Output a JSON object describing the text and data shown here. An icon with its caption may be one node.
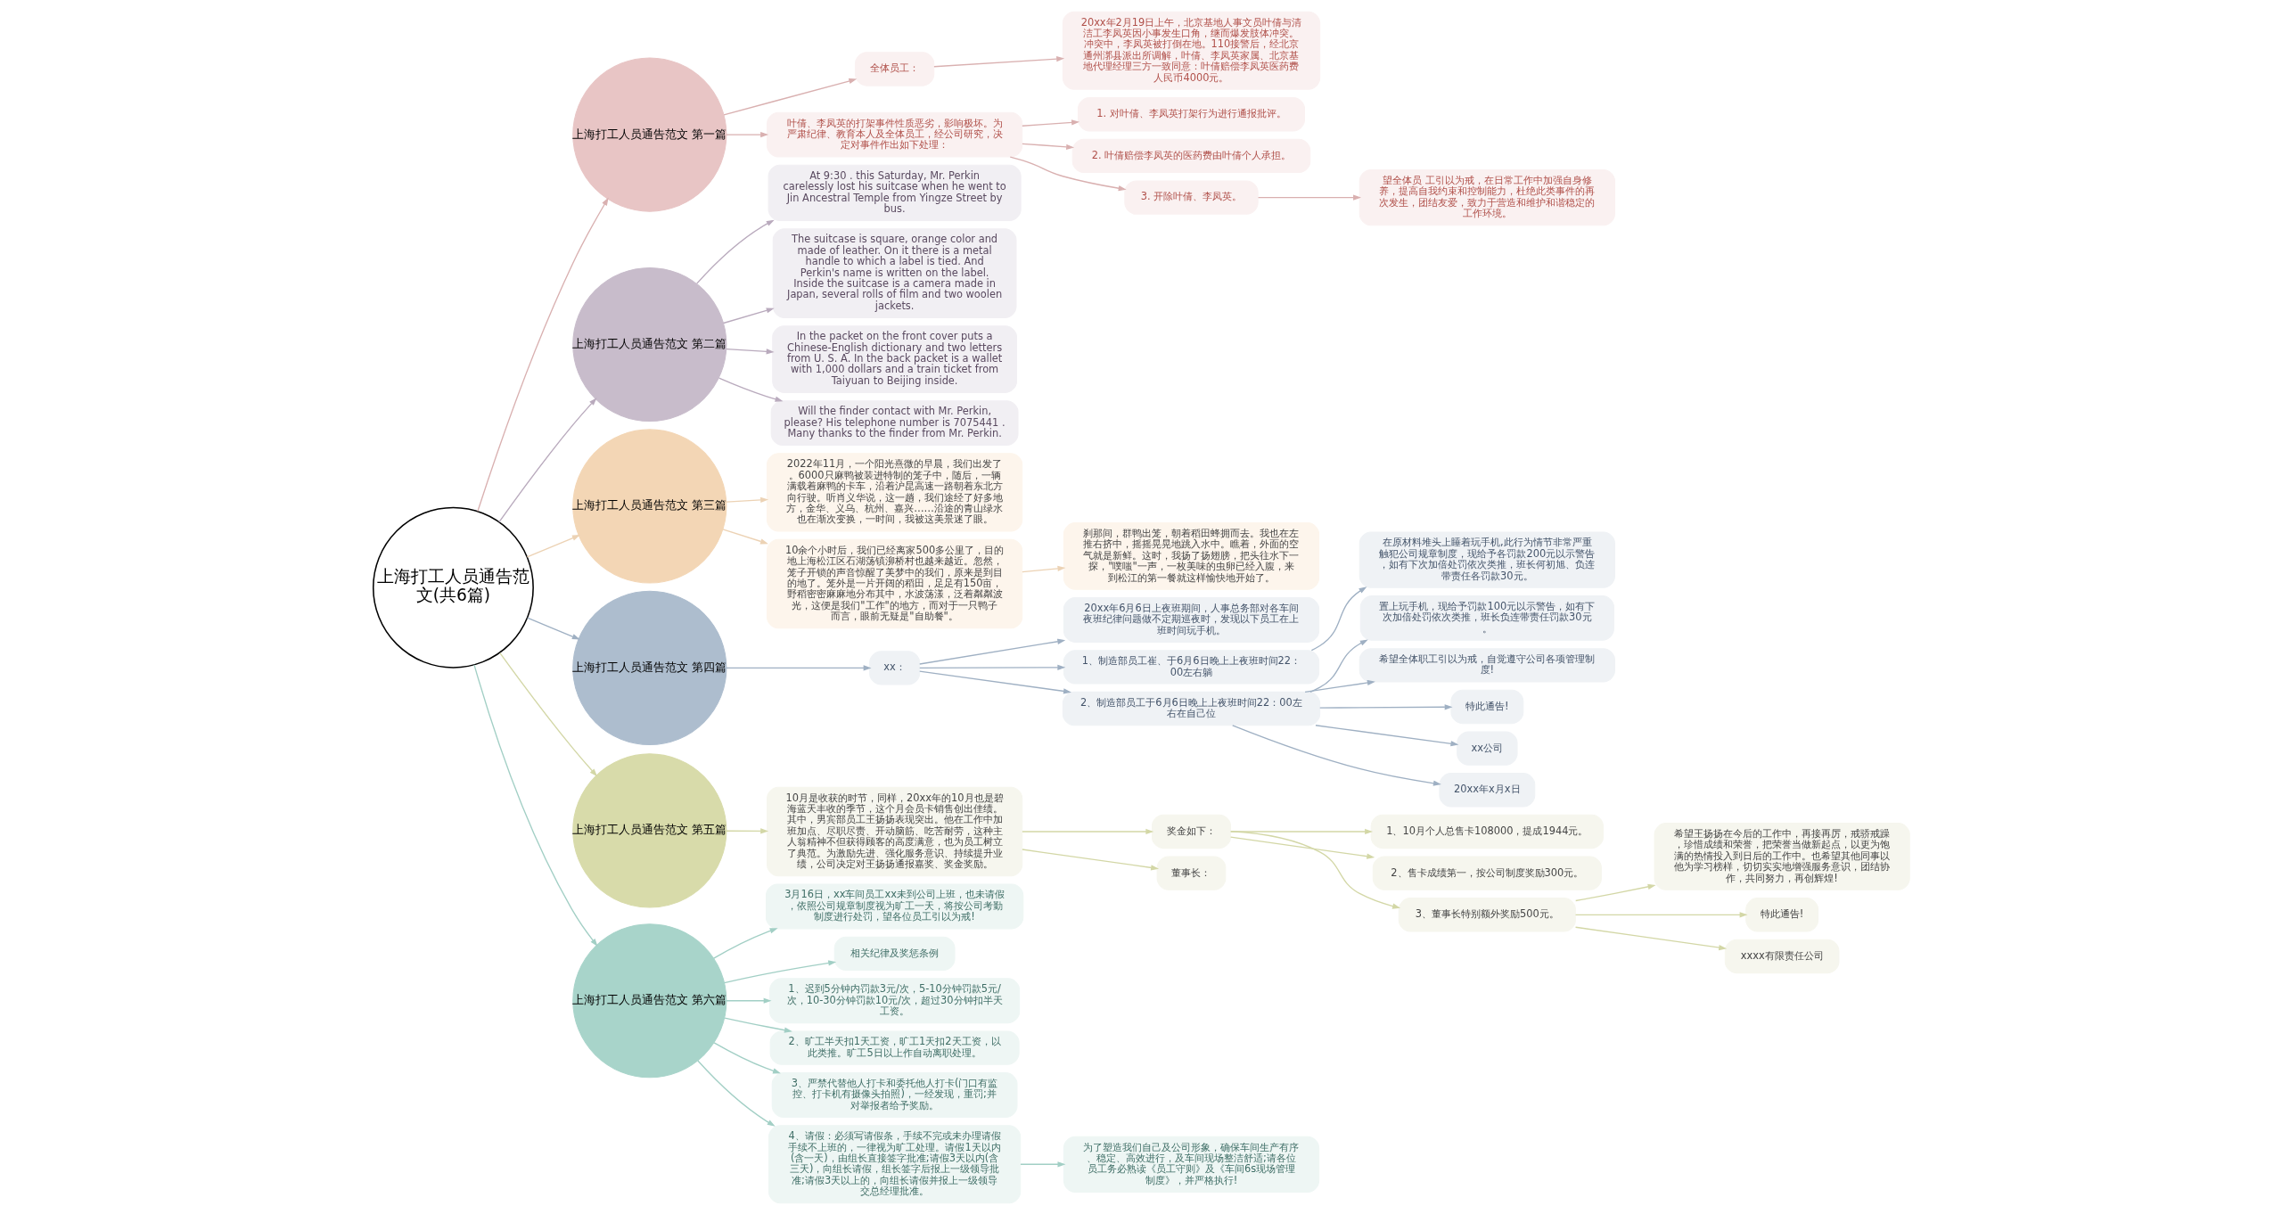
{
  "diagram": {
    "nodes": [
      {
        "text": [
          "上海打工人员通告范文(共6篇)"
        ]
      },
      {
        "text": [
          "上海打工人员通告范文 第一篇"
        ]
      },
      {
        "text": [
          "全体员工："
        ]
      },
      {
        "text": [
          "20xx年2月19日上午，北京基地人事文员叶倩与清洁工李凤英因小事发生口角，继而爆发肢体冲突。冲突中，李凤英被打倒在地。110接警后，经北京通州漷县派出所调解，叶倩、李凤英家属、北京基地代理经理三方一致同意：叶倩赔偿李凤英医药费人民币4000元。"
        ]
      },
      {
        "text": [
          "叶倩、李凤英的打架事件性质恶劣，影响极坏。为严肃纪律、教育本人及全体员工，经公司研究，决定对事件作出如下处理："
        ]
      },
      {
        "text": [
          "1. 对叶倩、李凤英打架行为进行通报批评。"
        ]
      },
      {
        "text": [
          "2. 叶倩赔偿李凤英的医药费由叶倩个人承担。"
        ]
      },
      {
        "text": [
          "3. 开除叶倩、李凤英。"
        ]
      },
      {
        "text": [
          "望全体员 工引以为戒，在日常工作中加强自身修养，提高自我约束和控制能力，杜绝此类事件的再次发生，团结友爱，致力于营造和维护和谐稳定的工作环境。"
        ]
      },
      {
        "text": [
          "上海打工人员通告范文 第二篇"
        ]
      },
      {
        "text": [
          "At 9:30 . this Saturday, Mr. Perkin carelessly lost his suitcase when he went to Jin Ancestral Temple from Yingze Street by bus."
        ]
      },
      {
        "text": [
          "The suitcase is square, orange color and made of leather. On it there is a metal handle to which a label is tied. And Perkin's name is written on the label. Inside the suitcase is a camera made in Japan, several rolls of film and two woolen jackets."
        ]
      },
      {
        "text": [
          "In the packet on the front cover puts a Chinese-English dictionary and two letters from U. S. A. In the back packet is a wallet with 1,000 dollars and a train ticket from Taiyuan to Beijing inside."
        ]
      },
      {
        "text": [
          "Will the finder contact with Mr. Perkin, please? His telephone number is 7075441 . Many thanks to the finder from Mr. Perkin."
        ]
      },
      {
        "text": [
          "上海打工人员通告范文 第三篇"
        ]
      },
      {
        "text": [
          "2022年11月，一个阳光熹微的早晨，我们出发了。6000只麻鸭被装进特制的笼子中，随后，一辆满载着麻鸭的卡车，沿着沪昆高速一路朝着东北方向行驶。听肖义华说，这一趟，我们途经了好多地方，金华、义乌、杭州、嘉兴……沿途的青山绿水也在渐次变换，一时间，我被这美景迷了眼。"
        ]
      },
      {
        "text": [
          "10余个小时后，我们已经离家500多公里了，目的地上海松江区石湖荡镇泖桥村也越来越近。忽然，笼子开锁的声音惊醒了美梦中的我们，原来是到目的地了。笼外是一片开阔的稻田，足足有150亩，野稻密密麻麻地分布其中，水波荡漾，泛着粼粼波光，这便是我们\"工作\"的地方，而对于一只鸭子而言，眼前无疑是\"自助餐\"。"
        ]
      },
      {
        "text": [
          "刹那间，群鸭出笼，朝着稻田蜂拥而去。我也在左推右挤中，摇摇晃晃地跳入水中。瞧着，外面的空气就是新鲜。这时，我扬了扬翅膀，把头往水下一探，\"噗嗤\"一声，一枚美味的虫卵已经入腹，来到松江的第一餐就这样愉快地开始了。"
        ]
      },
      {
        "text": [
          "上海打工人员通告范文 第四篇"
        ]
      },
      {
        "text": [
          "xx："
        ]
      },
      {
        "text": [
          "20xx年6月6日上夜班期间，人事总务部对各车间夜班纪律问题做不定期巡夜时，发现以下员工在上班时间玩手机。"
        ]
      },
      {
        "text": [
          "1、制造部员工崔、于6月6日晚上上夜班时间22：00左右躺"
        ]
      },
      {
        "text": [
          "在原材料堆头上睡着玩手机,此行为情节非常严重触犯公司规章制度，现给予各罚款200元以示警告，如有下次加倍处罚依次类推，班长何初旭、负连带责任各罚款30元。"
        ]
      },
      {
        "text": [
          "2、制造部员工于6月6日晚上上夜班时间22：00左右在自己位"
        ]
      },
      {
        "text": [
          "置上玩手机，现给予罚款100元以示警告，如有下次加倍处罚依次类推，班长负连带责任罚款30元。"
        ]
      },
      {
        "text": [
          "希望全体职工引以为戒，自觉遵守公司各项管理制度!"
        ]
      },
      {
        "text": [
          "特此通告!"
        ]
      },
      {
        "text": [
          "xx公司"
        ]
      },
      {
        "text": [
          "20xx年x月x日"
        ]
      },
      {
        "text": [
          "上海打工人员通告范文 第五篇"
        ]
      },
      {
        "text": [
          "10月是收获的时节，同样，20xx年的10月也是碧海蓝天丰收的季节，这个月会员卡销售创出佳绩。其中，男宾部员工王扬扬表现突出。他在工作中加班加点、尽职尽责、开动脑筋、吃苦耐劳，这种主人翁精神不但获得顾客的高度满意，也为员工树立了典范。为激励先进、强化服务意识、持续提升业绩，公司决定对王扬扬通报嘉奖、奖金奖励。"
        ]
      },
      {
        "text": [
          "奖金如下："
        ]
      },
      {
        "text": [
          "1、10月个人总售卡108000，提成1944元。"
        ]
      },
      {
        "text": [
          "2、售卡成绩第一，按公司制度奖励300元。"
        ]
      },
      {
        "text": [
          "3、董事长特别额外奖励500元。"
        ]
      },
      {
        "text": [
          "希望王扬扬在今后的工作中，再接再厉，戒骄戒躁，珍惜成绩和荣誉，把荣誉当做新起点，以更为饱满的热情投入到日后的工作中。也希望其他同事以他为学习榜样，切切实实地增强服务意识，团结协作，共同努力，再创辉煌!"
        ]
      },
      {
        "text": [
          "特此通告!"
        ]
      },
      {
        "text": [
          "xxxx有限责任公司"
        ]
      },
      {
        "text": [
          "董事长："
        ]
      },
      {
        "text": [
          "上海打工人员通告范文 第六篇"
        ]
      },
      {
        "text": [
          "3月16日，xx车间员工xx未到公司上班，也未请假，依照公司规章制度视为旷工一天，将按公司考勤制度进行处罚，望各位员工引以为戒!"
        ]
      },
      {
        "text": [
          "相关纪律及奖惩条例"
        ]
      },
      {
        "text": [
          "1、迟到5分钟内罚款3元/次，5-10分钟罚款5元/次，10-30分钟罚款10元/次，超过30分钟扣半天工资。"
        ]
      },
      {
        "text": [
          "2、旷工半天扣1天工资，旷工1天扣2天工资，以此类推。旷工5日以上作自动离职处理。"
        ]
      },
      {
        "text": [
          "3、严禁代替他人打卡和委托他人打卡(门口有监控、打卡机有摄像头拍照)，一经发现，重罚;并对举报者给予奖励。"
        ]
      },
      {
        "text": [
          "4、请假：必须写请假条，手续不完或未办理请假手续不上班的，一律视为旷工处理。请假1天以内(含一天)，由组长直接签字批准;请假3天以内(含三天)，向组长请假，组长签字后报上一级领导批准;请假3天以上的，向组长请假并报上一级领导交总经理批准。"
        ]
      },
      {
        "text": [
          "为了塑造我们自己及公司形象，确保车间生产有序、稳定、高效进行，及车间现场整洁舒适;请各位员工务必熟读《员工守则》及《车间6s现场管理制度》，并严格执行!"
        ]
      }
    ],
    "edges": [
      {
        "from": 0,
        "to": 1,
        "arrow": "to",
        "color": "#d9b0b0"
      },
      {
        "from": 1,
        "to": 2,
        "arrow": "to",
        "color": "#d9b0b0"
      },
      {
        "from": 2,
        "to": 3,
        "arrow": "to",
        "color": "#d9b0b0"
      },
      {
        "from": 1,
        "to": 4,
        "arrow": "to",
        "color": "#d9b0b0"
      },
      {
        "from": 4,
        "to": 5,
        "arrow": "to",
        "color": "#d9b0b0"
      },
      {
        "from": 4,
        "to": 6,
        "arrow": "to",
        "color": "#d9b0b0"
      },
      {
        "from": 4,
        "to": 7,
        "arrow": "to",
        "color": "#d9b0b0"
      },
      {
        "from": 7,
        "to": 8,
        "arrow": "to",
        "color": "#d9b0b0"
      },
      {
        "from": 0,
        "to": 9,
        "arrow": "to",
        "color": "#b9aabd"
      },
      {
        "from": 9,
        "to": 10,
        "arrow": "to",
        "color": "#b9aabd"
      },
      {
        "from": 9,
        "to": 11,
        "arrow": "to",
        "color": "#b9aabd"
      },
      {
        "from": 9,
        "to": 12,
        "arrow": "to",
        "color": "#b9aabd"
      },
      {
        "from": 9,
        "to": 13,
        "arrow": "to",
        "color": "#b9aabd"
      },
      {
        "from": 0,
        "to": 14,
        "arrow": "to",
        "color": "#ecd2b4"
      },
      {
        "from": 14,
        "to": 15,
        "arrow": "to",
        "color": "#ecd2b4"
      },
      {
        "from": 14,
        "to": 16,
        "arrow": "to",
        "color": "#ecd2b4"
      },
      {
        "from": 16,
        "to": 17,
        "arrow": "to",
        "color": "#ecd2b4"
      },
      {
        "from": 0,
        "to": 18,
        "arrow": "to",
        "color": "#9fb0c3"
      },
      {
        "from": 18,
        "to": 19,
        "arrow": "to",
        "color": "#9fb0c3"
      },
      {
        "from": 19,
        "to": 20,
        "arrow": "to",
        "color": "#9fb0c3"
      },
      {
        "from": 19,
        "to": 21,
        "arrow": "to",
        "color": "#9fb0c3"
      },
      {
        "from": 21,
        "to": 22,
        "arrow": "to",
        "color": "#9fb0c3"
      },
      {
        "from": 19,
        "to": 23,
        "arrow": "to",
        "color": "#9fb0c3"
      },
      {
        "from": 23,
        "to": 24,
        "arrow": "to",
        "color": "#9fb0c3"
      },
      {
        "from": 23,
        "to": 25,
        "arrow": "to",
        "color": "#9fb0c3"
      },
      {
        "from": 23,
        "to": 26,
        "arrow": "to",
        "color": "#9fb0c3"
      },
      {
        "from": 23,
        "to": 27,
        "arrow": "to",
        "color": "#9fb0c3"
      },
      {
        "from": 23,
        "to": 28,
        "arrow": "to",
        "color": "#9fb0c3"
      },
      {
        "from": 0,
        "to": 29,
        "arrow": "to",
        "color": "#d3d7a6"
      },
      {
        "from": 29,
        "to": 30,
        "arrow": "to",
        "color": "#d3d7a6"
      },
      {
        "from": 30,
        "to": 31,
        "arrow": "to",
        "color": "#d3d7a6"
      },
      {
        "from": 31,
        "to": 32,
        "arrow": "to",
        "color": "#d3d7a6"
      },
      {
        "from": 31,
        "to": 33,
        "arrow": "to",
        "color": "#d3d7a6"
      },
      {
        "from": 31,
        "to": 34,
        "arrow": "to",
        "color": "#d3d7a6"
      },
      {
        "from": 34,
        "to": 35,
        "arrow": "to",
        "color": "#d3d7a6"
      },
      {
        "from": 34,
        "to": 36,
        "arrow": "to",
        "color": "#d3d7a6"
      },
      {
        "from": 34,
        "to": 37,
        "arrow": "to",
        "color": "#d3d7a6"
      },
      {
        "from": 30,
        "to": 38,
        "arrow": "to",
        "color": "#d3d7a6"
      },
      {
        "from": 0,
        "to": 39,
        "arrow": "to",
        "color": "#a2cfc5"
      },
      {
        "from": 39,
        "to": 40,
        "arrow": "to",
        "color": "#a2cfc5"
      },
      {
        "from": 39,
        "to": 41,
        "arrow": "to",
        "color": "#a2cfc5"
      },
      {
        "from": 39,
        "to": 42,
        "arrow": "to",
        "color": "#a2cfc5"
      },
      {
        "from": 39,
        "to": 43,
        "arrow": "to",
        "color": "#a2cfc5"
      },
      {
        "from": 39,
        "to": 44,
        "arrow": "to",
        "color": "#a2cfc5"
      },
      {
        "from": 39,
        "to": 45,
        "arrow": "to",
        "color": "#a2cfc5"
      },
      {
        "from": 45,
        "to": 46,
        "arrow": "to",
        "color": "#a2cfc5"
      }
    ]
  }
}
